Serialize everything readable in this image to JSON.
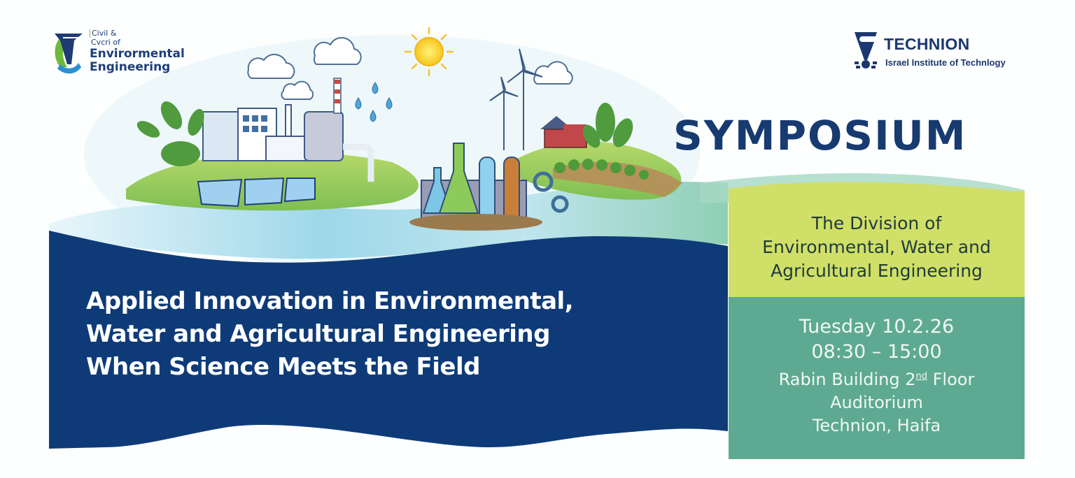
{
  "logos": {
    "department": {
      "line1": "Civil &",
      "line2": "Cvcri of",
      "line3": "Envirormental",
      "line4": "Engineering"
    },
    "institution": {
      "name": "TECHNION",
      "subtitle": "Israel Institute of Technlogy"
    }
  },
  "event": {
    "type": "SYMPOSIUM",
    "headline": [
      "Applied Innovation in Environmental,",
      "Water and Agricultural Engineering",
      "When Science Meets the Field"
    ],
    "organizer": [
      "The Division of",
      "Environmental, Water and",
      "Agricultural Engineering"
    ],
    "date": "Tuesday 10.2.26",
    "time": "08:30 – 15:00",
    "location": {
      "building_prefix": "Rabin Building 2",
      "floor_suffix": "nd",
      "building_after": " Floor",
      "room": "Auditorium",
      "city": "Technion, Haifa"
    }
  },
  "illustration": {
    "elements": [
      "clouds",
      "sun",
      "factory",
      "smokestack",
      "water-drops",
      "pipe",
      "solar-panels",
      "lab-flasks",
      "test-tubes",
      "gears",
      "wind-turbines",
      "farmhouse",
      "crop-field",
      "plants",
      "river",
      "green-hills"
    ]
  },
  "colors": {
    "navy": "#0e3b78",
    "lime": "#d0df68",
    "teal": "#5ea992",
    "title_navy": "#173a70",
    "sun": "#f7d02c",
    "water": "#7fc8e6",
    "grass": "#9ccb4f"
  }
}
